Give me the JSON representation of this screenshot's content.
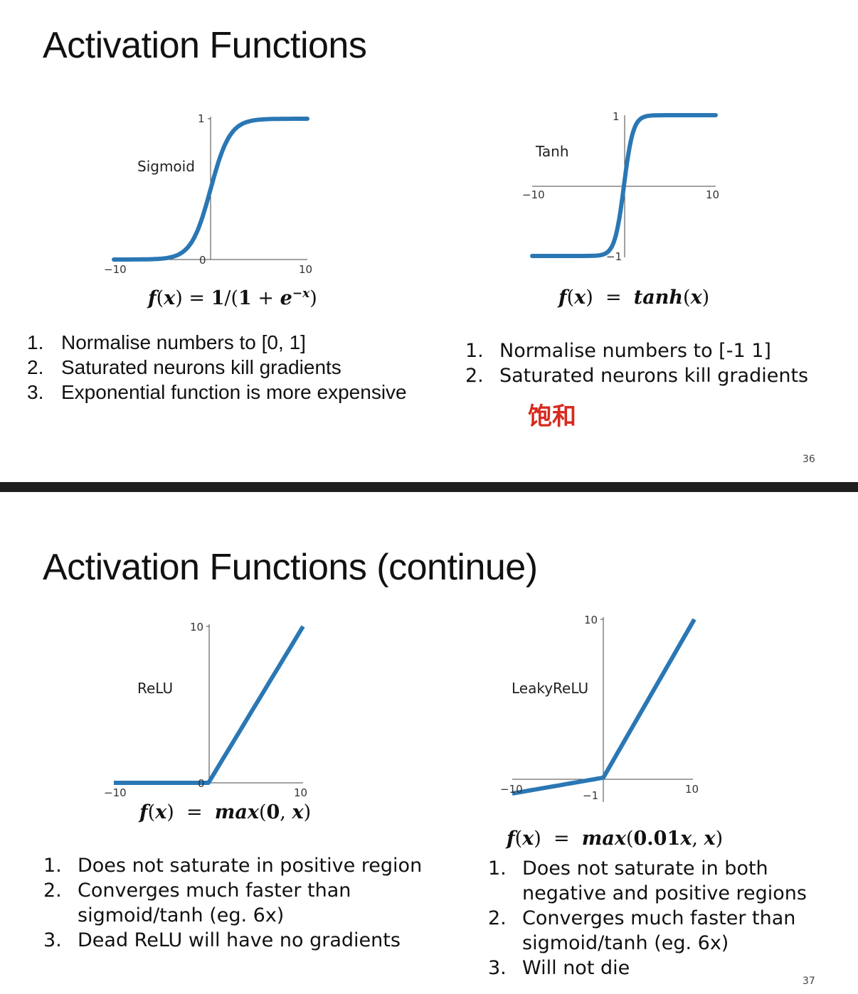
{
  "slide36": {
    "title": "Activation Functions",
    "page_number": "36",
    "sigmoid": {
      "label": "Sigmoid",
      "y_top": "1",
      "y_zero": "0",
      "x_min": "−10",
      "x_max": "10",
      "formula_parts": [
        "f",
        "(",
        "x",
        ") = ",
        "1",
        "/(",
        "1",
        " + ",
        "e",
        "−x",
        ")"
      ],
      "items": [
        "Normalise numbers to [0, 1]",
        "Saturated neurons kill gradients",
        "Exponential function is more expensive"
      ]
    },
    "tanh": {
      "label": "Tanh",
      "y_top": "1",
      "y_bottom": "−1",
      "x_min": "−10",
      "x_max": "10",
      "formula_parts": [
        "f",
        "(",
        "x",
        ")  =  ",
        "tanh",
        "(",
        "x",
        ")"
      ],
      "items": [
        "Normalise numbers to [-1 1]",
        "Saturated neurons kill gradients"
      ],
      "note": "饱和"
    }
  },
  "slide37": {
    "title": "Activation Functions (continue)",
    "page_number": "37",
    "relu": {
      "label": "ReLU",
      "y_top": "10",
      "y_zero": "0",
      "x_min": "−10",
      "x_max": "10",
      "formula_parts": [
        "f",
        "(",
        "x",
        ")  =  ",
        "max",
        "(",
        "0",
        ", ",
        "x",
        ")"
      ],
      "items": [
        [
          "Does not saturate in positive region"
        ],
        [
          "Converges much faster than",
          "sigmoid/tanh (eg. 6x)"
        ],
        [
          "Dead ReLU will have no gradients"
        ]
      ]
    },
    "leaky": {
      "label": "LeakyReLU",
      "y_top": "10",
      "y_neg": "−1",
      "x_min": "−10",
      "x_max": "10",
      "formula_parts": [
        "f",
        "(",
        "x",
        ")  =  ",
        "max",
        "(",
        "0.01",
        "x",
        ", ",
        "x",
        ")"
      ],
      "items": [
        [
          "Does not saturate in both",
          "negative and positive regions"
        ],
        [
          "Converges much faster than",
          "sigmoid/tanh (eg. 6x)"
        ],
        [
          "Will not die"
        ]
      ]
    }
  },
  "colors": {
    "curve": "#2a77b4",
    "axis": "#444444",
    "accent_cn": "#d82a1e",
    "divider": "#1e1e1e"
  }
}
